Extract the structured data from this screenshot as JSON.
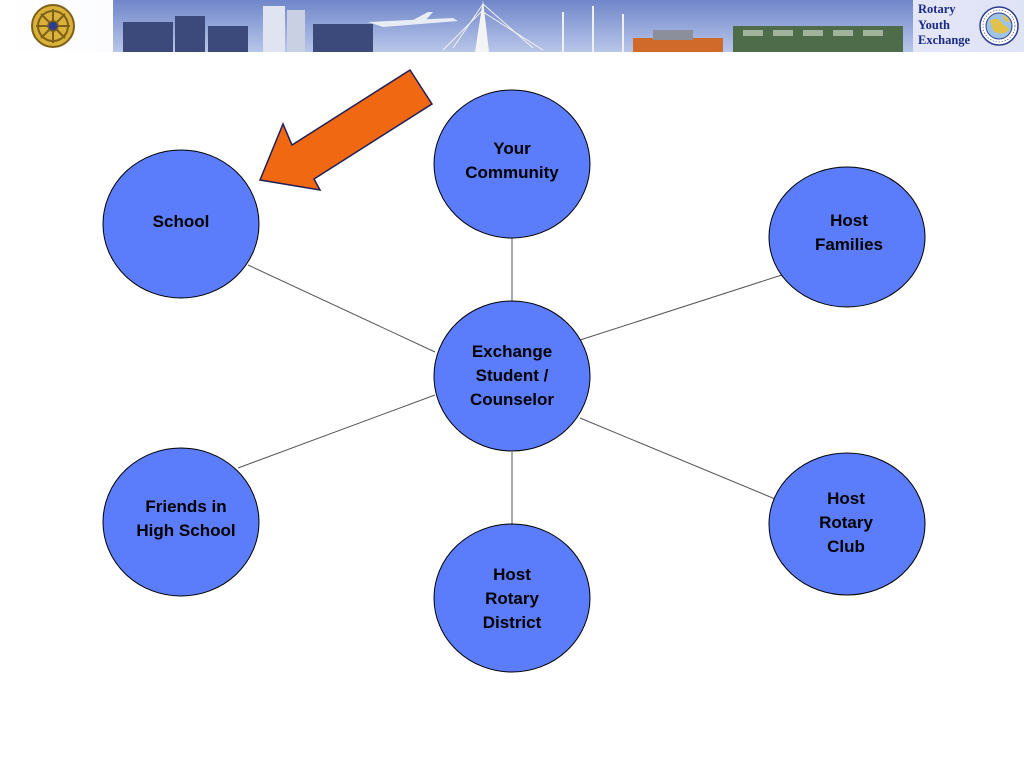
{
  "header": {
    "title_lines": [
      "Rotary",
      "Youth",
      "Exchange"
    ],
    "left_logo_icon": "rotary-wheel-icon",
    "right_logo_icon": "rotary-youth-exchange-globe-icon",
    "banner_image": "city-skyline-banner"
  },
  "diagram": {
    "center": {
      "lines": [
        "Exchange",
        "Student /",
        "Counselor"
      ]
    },
    "nodes": [
      {
        "id": "school",
        "lines": [
          "School"
        ]
      },
      {
        "id": "your-community",
        "lines": [
          "Your",
          "Community"
        ]
      },
      {
        "id": "host-families",
        "lines": [
          "Host",
          "Families"
        ]
      },
      {
        "id": "host-rotary-club",
        "lines": [
          "Host",
          "Rotary",
          "Club"
        ]
      },
      {
        "id": "host-rotary-district",
        "lines": [
          "Host",
          "Rotary",
          "District"
        ]
      },
      {
        "id": "friends-in-high-school",
        "lines": [
          "Friends in",
          "High School"
        ]
      }
    ],
    "highlight_arrow": {
      "points_to": "school",
      "icon": "orange-arrow-icon"
    }
  },
  "colors": {
    "node_fill": "#5b7cfb",
    "node_stroke": "#000000",
    "connector": "#555555",
    "arrow_fill": "#f16812",
    "arrow_stroke": "#1f1f5a",
    "header_text": "#1c2a88"
  }
}
